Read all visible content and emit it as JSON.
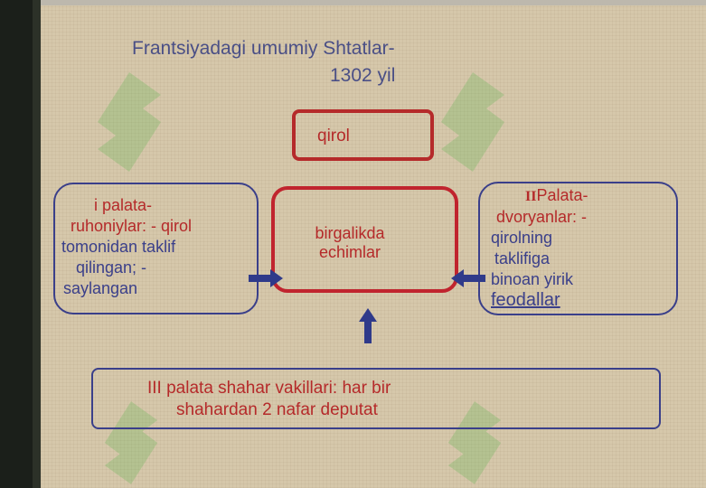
{
  "title_line1": "Frantsiyadagi umumiy Shtatlar-",
  "title_line2": "1302 yil",
  "king": "qirol",
  "center": [
    "birgalikda",
    "echimlar"
  ],
  "left_box": [
    "i palata-",
    "ruhoniylar: - qirol",
    "tomonidan taklif",
    "qilingan; -",
    "saylangan"
  ],
  "right_box_numeral": "II",
  "right_box": [
    "Palata-",
    "dvoryanlar: -",
    "qirolning",
    "taklifiga",
    "binoan yirik",
    "feodallar"
  ],
  "bottom_box": [
    "III palata shahar vakillari: har bir",
    "shahardan 2 nafar deputat"
  ],
  "colors": {
    "title": "#4a4f86",
    "red": "#b52a2a",
    "blue": "#3a3f8a",
    "watermark": "#7dc46d"
  }
}
